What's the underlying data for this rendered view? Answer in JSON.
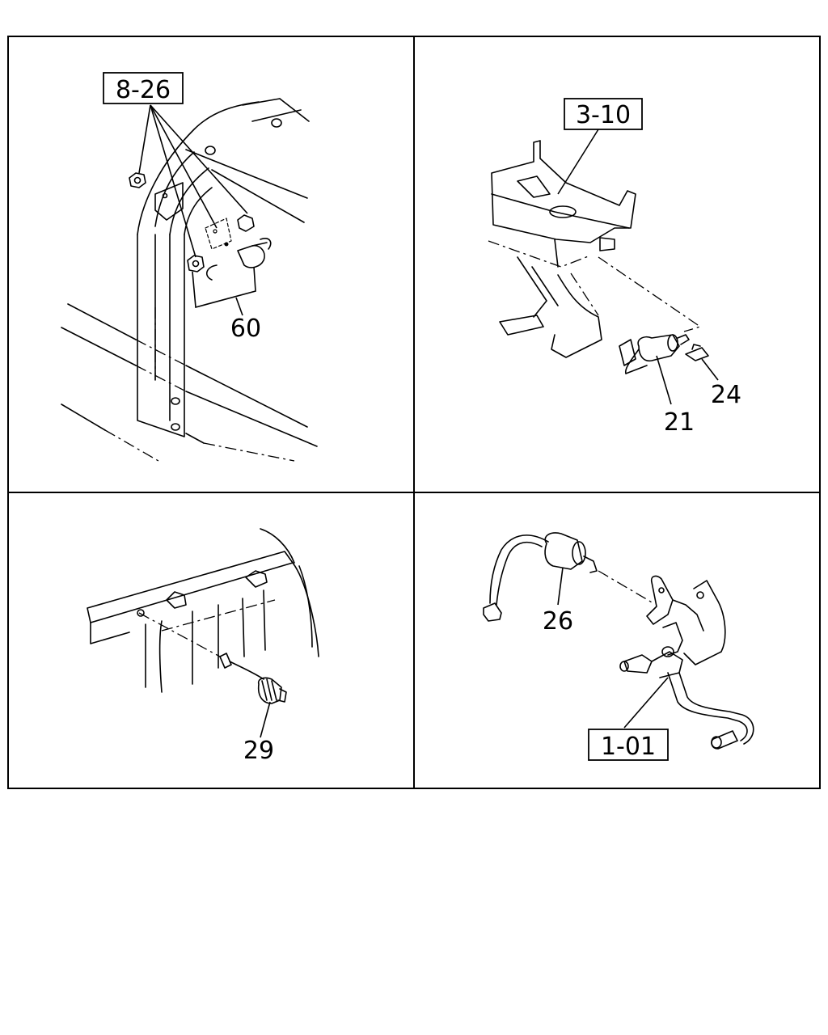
{
  "panels": [
    {
      "id": "top-left",
      "ref_label": "8-26",
      "callouts": [
        "60"
      ]
    },
    {
      "id": "top-right",
      "ref_label": "3-10",
      "callouts": [
        "24",
        "21"
      ]
    },
    {
      "id": "bottom-left",
      "callouts": [
        "29"
      ]
    },
    {
      "id": "bottom-right",
      "ref_label": "1-01",
      "callouts": [
        "26"
      ]
    }
  ]
}
